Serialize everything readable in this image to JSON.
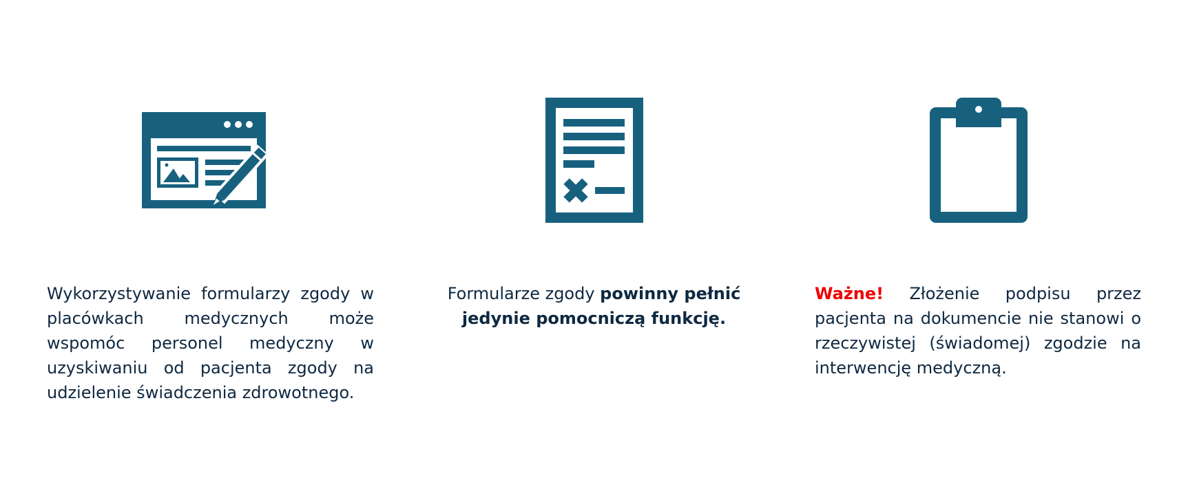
{
  "colors": {
    "icon": "#17617f",
    "text": "#0e2841",
    "important": "#ee0000",
    "background": "#ffffff"
  },
  "columns": [
    {
      "icon": "web-form-edit-icon",
      "text": "Wykorzystywanie formularzy zgody w placówkach medycznych może wspomóc personel medyczny w uzyskiwaniu od pacjenta zgody na udzielenie świadczenia zdrowotnego."
    },
    {
      "icon": "document-form-icon",
      "text_plain": "Formularze zgody ",
      "text_bold": "powinny pełnić jedynie pomocniczą funkcję."
    },
    {
      "icon": "clipboard-icon",
      "label_important": "Ważne!",
      "text": " Złożenie podpisu przez pacjenta na dokumencie nie stanowi o rzeczywistej (świadomej) zgodzie na interwencję medyczną."
    }
  ]
}
